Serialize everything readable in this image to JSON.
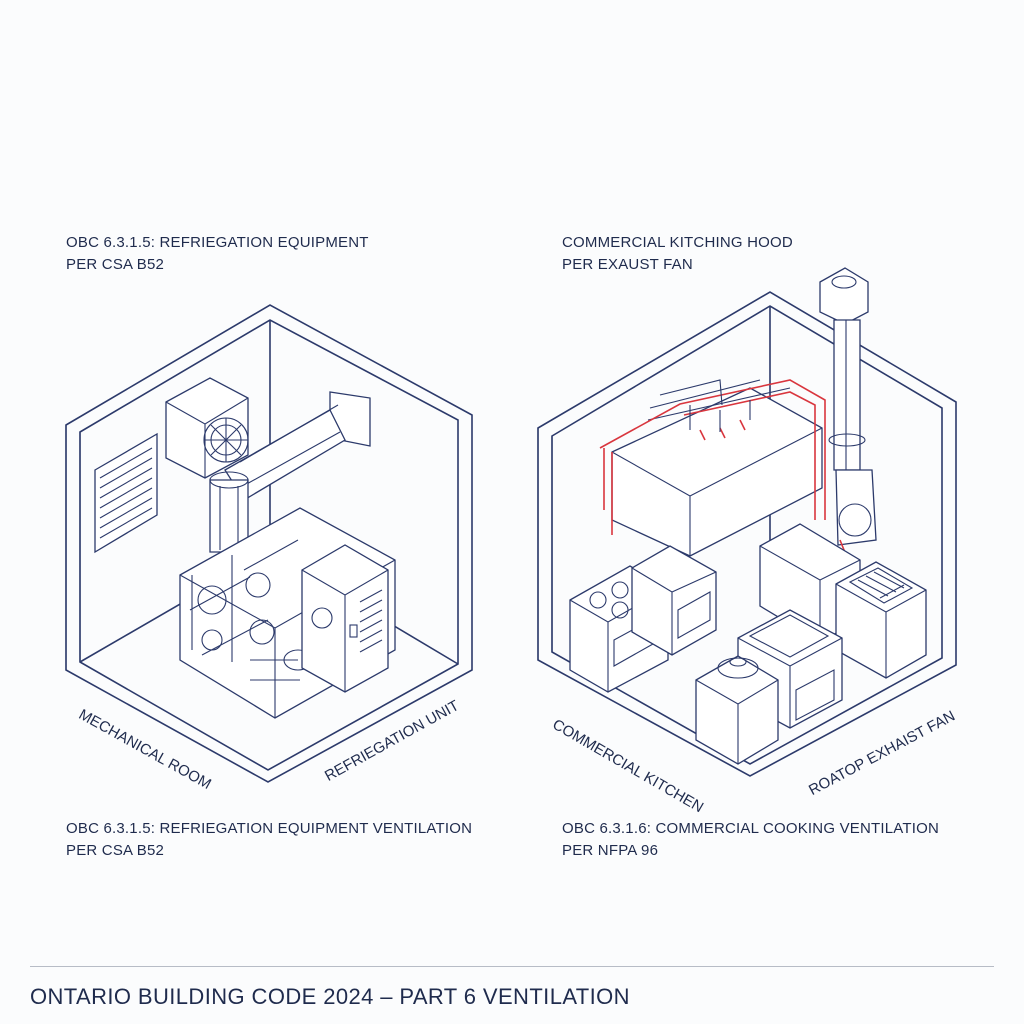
{
  "left_panel": {
    "top_line1": "OBC 6.3.1.5: REFRIEGATION EQUIPMENT",
    "top_line2": "PER CSA B52",
    "room_label": "MECHANICAL ROOM",
    "unit_label": "REFRIEGATION UNIT",
    "bottom_line1": "OBC 6.3.1.5: REFRIEGATION EQUIPMENT VENTILATION",
    "bottom_line2": "PER CSA B52"
  },
  "right_panel": {
    "top_line1": "COMMERCIAL KITCHING HOOD",
    "top_line2": "PER EXAUST FAN",
    "room_label": "COMMERCIAL KITCHEN",
    "fan_label": "ROATOP EXHAIST FAN",
    "bottom_line1": "OBC 6.3.1.6: COMMERCIAL COOKING VENTILATION",
    "bottom_line2": "PER NFPA 96"
  },
  "footer": {
    "title": "ONTARIO BUILDING CODE 2024 – PART 6 VENTILATION"
  },
  "colors": {
    "line": "#2c3a6b",
    "accent": "#d9363e",
    "background": "#fbfcfd"
  }
}
